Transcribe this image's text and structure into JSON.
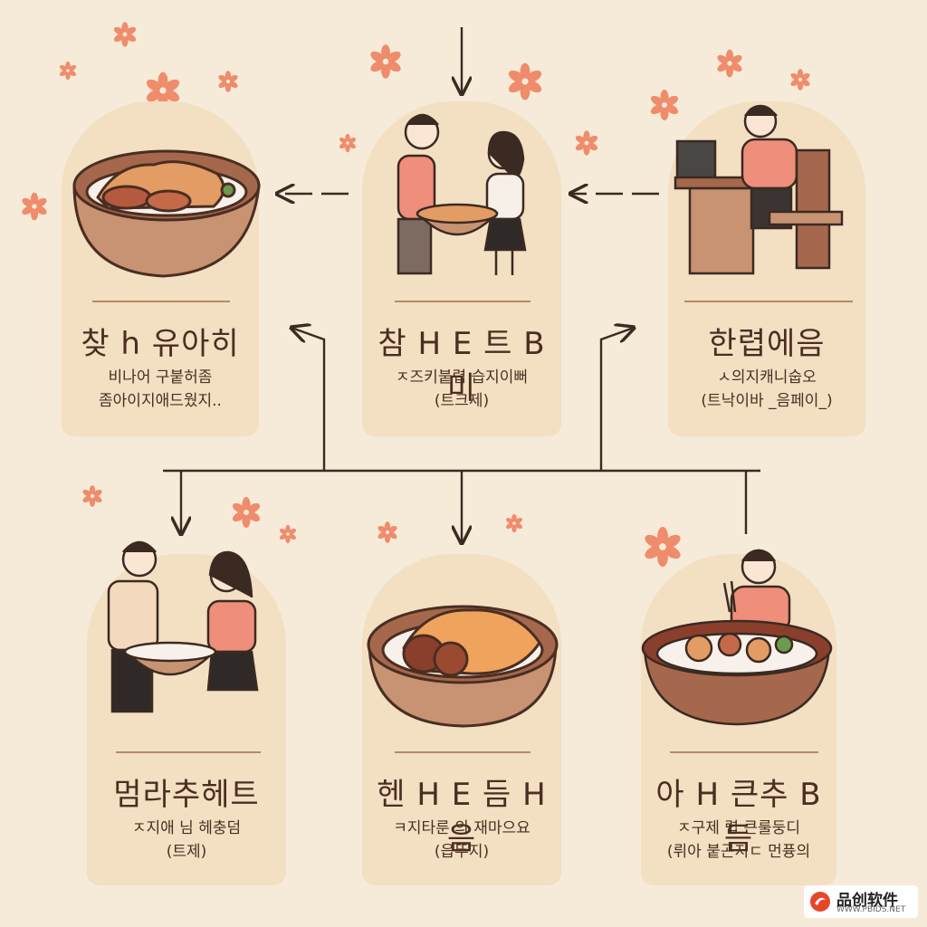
{
  "colors": {
    "background": "#f6ead8",
    "card": "#f3dfc2",
    "flower": "#ef8c6c",
    "line": "#3b2a22",
    "text": "#4a2e22"
  },
  "cards": [
    {
      "id": "top-left",
      "icon": "bowl-of-food-icon",
      "title": "찾 h 유아히",
      "line1": "비나어 구붙허좀",
      "line2": "좀아이지애드웠지.."
    },
    {
      "id": "top-center",
      "icon": "two-people-eating-icon",
      "title": "참 H E 트 B 미",
      "line1": "ㅈ즈키붙렵 습지이뻐",
      "line2": "(트크제)"
    },
    {
      "id": "top-right",
      "icon": "person-at-desk-icon",
      "title": "한렵에음",
      "line1": "ㅅ의지캐니숩오",
      "line2": "(트낙이바 _음페이_)"
    },
    {
      "id": "bottom-left",
      "icon": "two-people-serving-icon",
      "title": "멈라추헤트",
      "line1": "ㅈ지애 님 헤충덤",
      "line2": "(트제)"
    },
    {
      "id": "bottom-center",
      "icon": "plate-of-food-icon",
      "title": "헨 H E 듬 H 음",
      "line1": "ㅋ지타룬 의 재마으요",
      "line2": "(읍뚜지)"
    },
    {
      "id": "bottom-right",
      "icon": "person-with-hotpot-icon",
      "title": "아 H 큰추 B 듬",
      "line1": "ㅈ구제 렵 큰룰둥디",
      "line2": "(뤼아 붙곤지ㄷ 먼퓽의"
    }
  ],
  "watermark": {
    "brand": "品创软件",
    "url": "WWW.PBIDS.NET"
  }
}
